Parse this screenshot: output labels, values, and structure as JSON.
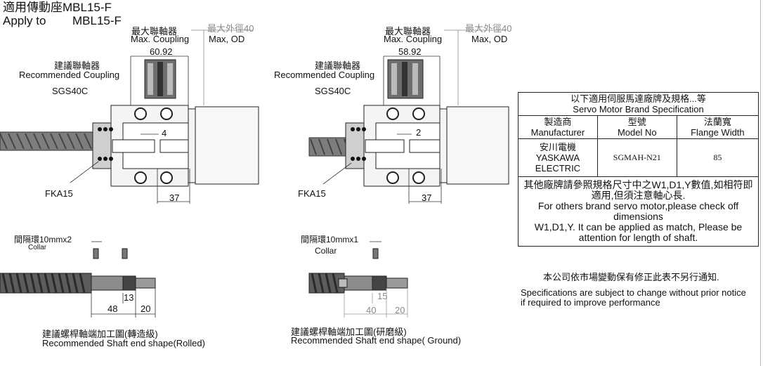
{
  "header": {
    "line1": "適用傳動座MBL15-F",
    "line2_label": "Apply to",
    "line2_model": "MBL15-F"
  },
  "left": {
    "max_coupling_zh": "最大聯軸器",
    "max_coupling_en": "Max. Coupling",
    "max_od_zh": "最大外徑40",
    "max_od_en": "Max, OD",
    "coupling_width": "60.92",
    "rec_coupling_zh": "建議聯軸器",
    "rec_coupling_en": "Recommended Coupling",
    "coupling_model": "SGS40C",
    "gap": "4",
    "depth": "37",
    "fka": "FKA15",
    "collar_zh": "間隔環10mmx2",
    "collar_en": "Collar",
    "dim_13": "13",
    "dim_48": "48",
    "dim_20": "20",
    "shaft_zh": "建議螺桿軸端加工圖(轉造級)",
    "shaft_en": "Recommended Shaft end shape(Rolled)"
  },
  "right": {
    "max_coupling_zh": "最大聯軸器",
    "max_coupling_en": "Max. Coupling",
    "max_od_zh": "最大外徑40",
    "max_od_en": "Max, OD",
    "coupling_width": "58.92",
    "rec_coupling_zh": "建議聯軸器",
    "rec_coupling_en": "Recommended Coupling",
    "coupling_model": "SGS40C",
    "gap": "2",
    "depth": "37",
    "fka": "FKA15",
    "collar_zh": "間隔環10mmx1",
    "collar_en": "Collar",
    "dim_15": "15",
    "dim_40": "40",
    "dim_20": "20",
    "shaft_zh": "建議螺桿軸端加工圖(研磨級)",
    "shaft_en": "Recommended Shaft end shape( Ground)"
  },
  "spec_table": {
    "title_zh": "以下適用伺服馬達廠牌及規格...等",
    "title_en": "Servo Motor Brand Specification",
    "col1_zh": "製造商",
    "col1_en": "Manufacturer",
    "col2_zh": "型號",
    "col2_en": "Model No",
    "col3_zh": "法蘭寬",
    "col3_en": "Flange Width",
    "row_maker_zh": "安川電機",
    "row_maker_en1": "YASKAWA",
    "row_maker_en2": "ELECTRIC",
    "row_model": "SGMAH-N21",
    "row_flange": "85",
    "note_zh": "其他廠牌請參照規格尺寸中之W1,D1,Y數值,如相符即適用,但須注意軸心長.",
    "note_en1": "For others brand servo motor,please check off dimensions",
    "note_en2": "W1,D1,Y. It can be applied as match, Please be attention for length of shaft."
  },
  "footer": {
    "notice_zh": "本公司依市場變動保有修正此表不另行通知.",
    "notice_en1": "Specifications are subject to change without prior notice",
    "notice_en2": " if required to improve performance"
  }
}
